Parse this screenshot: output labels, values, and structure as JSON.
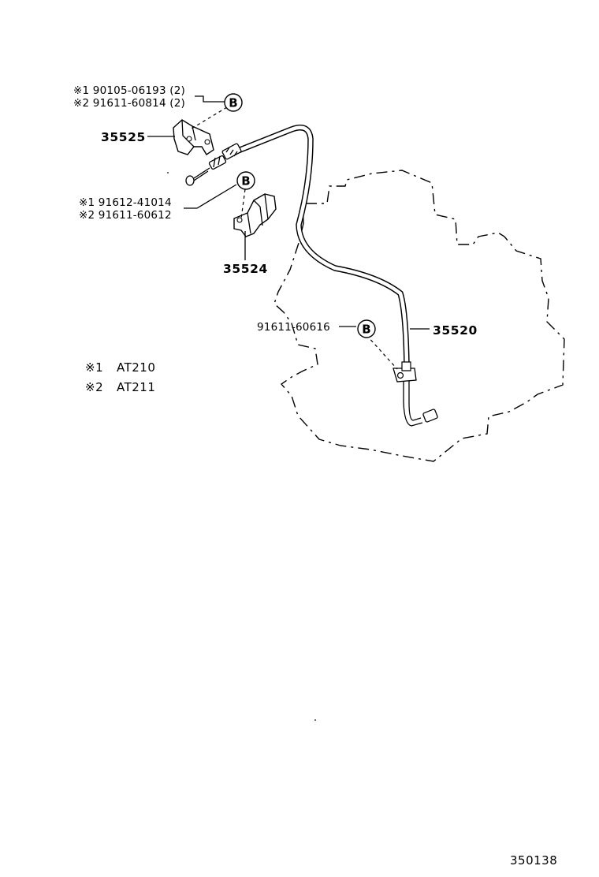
{
  "callouts": {
    "a1": "※1 90105-06193 (2)",
    "a2": "※2 91611-60814 (2)",
    "b1": "※1 91612-41014",
    "b2": "※2 91611-60612",
    "c1": "91611-60616"
  },
  "circle_mark": "B",
  "parts": {
    "bracket_upper": "35525",
    "bracket_lower": "35524",
    "cable": "35520"
  },
  "legend": [
    {
      "mark": "※1",
      "model": "AT210"
    },
    {
      "mark": "※2",
      "model": "AT211"
    }
  ],
  "illustration_number": "350138"
}
